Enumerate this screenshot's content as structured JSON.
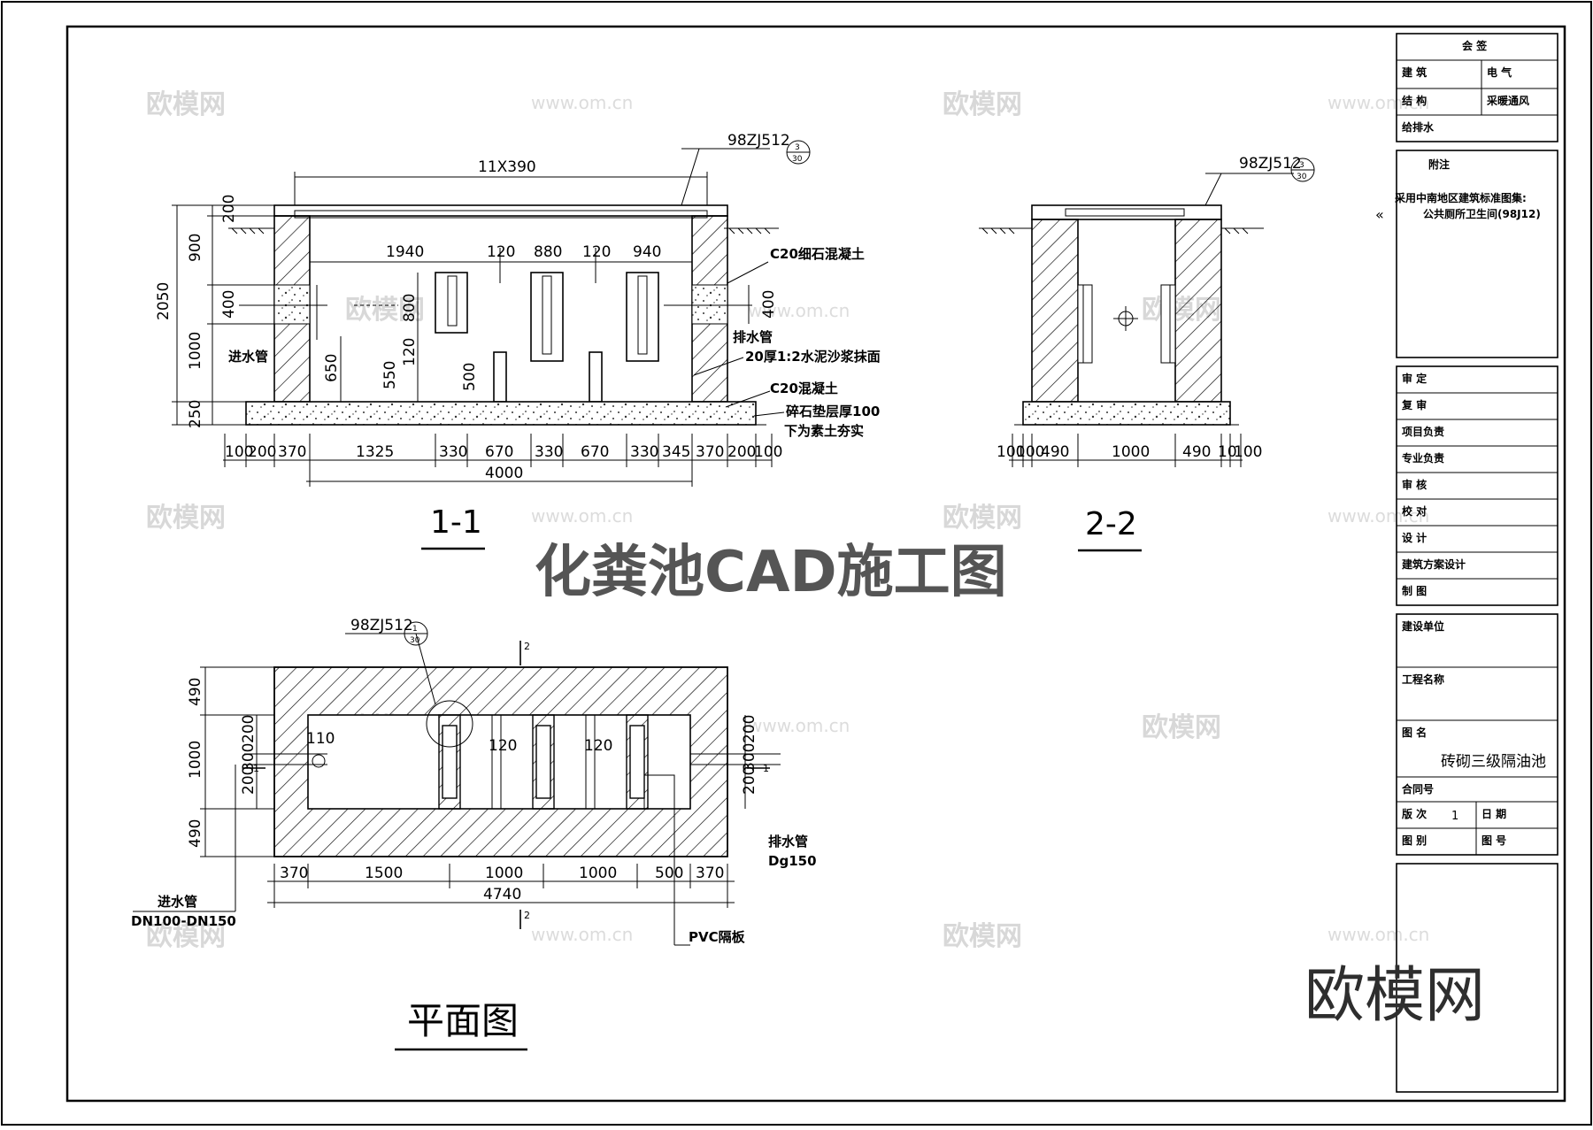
{
  "main_title": "化粪池CAD施工图",
  "watermark": {
    "logo": "欧模网",
    "url": "www.om.cn"
  },
  "section_1": {
    "name": "1-1",
    "ref": "98ZJ512",
    "ref_sheet_top": "3",
    "ref_sheet_bottom": "30",
    "top_dim": "11X390",
    "vertical_dims": [
      "200",
      "900",
      "400",
      "1000",
      "250",
      "2050"
    ],
    "interior_dims": [
      "1940",
      "120",
      "880",
      "120",
      "940"
    ],
    "wall_heights": [
      "800",
      "120",
      "650",
      "550",
      "500"
    ],
    "bottom_dims": [
      "100",
      "200",
      "370",
      "1325",
      "330",
      "670",
      "330",
      "670",
      "330",
      "345",
      "370",
      "200",
      "100"
    ],
    "total": "4000",
    "pipe_in": "进水管",
    "pipe_out": "排水管",
    "notes": [
      "C20细石混凝土",
      "20厚1:2水泥沙浆抹面",
      "C20混凝土",
      "碎石垫层厚100",
      "下为素土夯实"
    ],
    "side_dim": "400"
  },
  "section_2": {
    "name": "2-2",
    "ref": "98ZJ512",
    "ref_sheet_top": "3",
    "ref_sheet_bottom": "30",
    "bottom_dims": [
      "100",
      "100",
      "490",
      "1000",
      "490",
      "10",
      "100"
    ]
  },
  "plan": {
    "name": "平面图",
    "ref": "98ZJ512",
    "ref_sheet_top": "1",
    "ref_sheet_bottom": "30",
    "section_mark": "2",
    "section_mark_side": "1",
    "inner_dims": [
      "110",
      "120",
      "120"
    ],
    "left_dims": [
      "490",
      "1000",
      "490"
    ],
    "side_dims": [
      "200",
      "300",
      "200"
    ],
    "bottom_dims": [
      "370",
      "1500",
      "1000",
      "1000",
      "500",
      "370"
    ],
    "total": "4740",
    "pipe_in": "进水管",
    "pipe_in_size": "DN100-DN150",
    "pipe_out": "排水管",
    "pipe_out_size": "Dg150",
    "partition": "PVC隔板"
  },
  "title_block": {
    "countersign": "会 签",
    "rows_top": [
      {
        "a": "建 筑",
        "b": "电 气"
      },
      {
        "a": "结 构",
        "b": "采暖通风"
      },
      {
        "a": "给排水",
        "b": ""
      }
    ],
    "notes_title": "附注",
    "notes_line1": "采用中南地区建筑标准图集:",
    "notes_line2": "公共厕所卫生间(98J12)",
    "arrow": "«",
    "approvals": [
      "审 定",
      "复 审",
      "项目负责",
      "专业负责",
      "审 核",
      "校 对",
      "设 计",
      "建筑方案设计",
      "制 图"
    ],
    "client_label": "建设单位",
    "project_label": "工程名称",
    "drawing_name_label": "图 名",
    "drawing_name": "砖砌三级隔油池",
    "contract_label": "合同号",
    "version_label": "版 次",
    "version_value": "1",
    "date_label": "日 期",
    "type_label": "图 别",
    "number_label": "图 号"
  }
}
